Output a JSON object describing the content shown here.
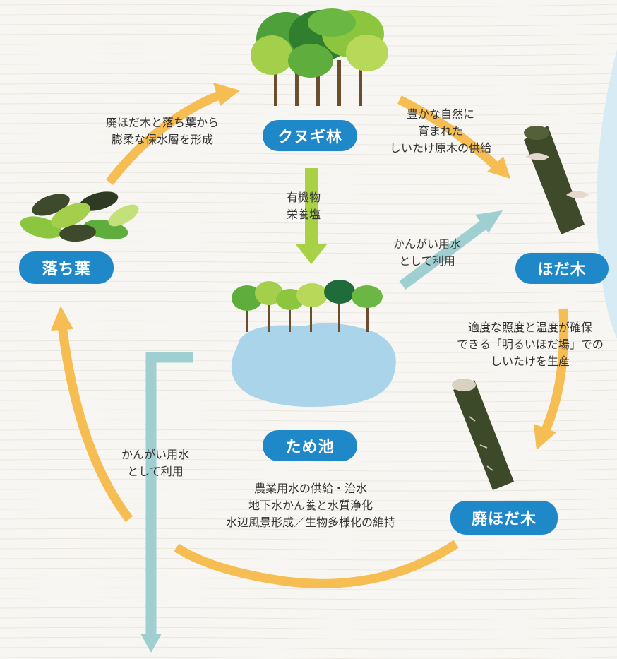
{
  "nodes": {
    "forest": "クヌギ林",
    "hodagi": "ほだ木",
    "spent_hodagi": "廃ほだ木",
    "pond": "ため池",
    "leaves": "落ち葉"
  },
  "labels": {
    "forest_to_hodagi": [
      "豊かな自然に",
      "育まれた",
      "しいたけ原木の供給"
    ],
    "hodagi_to_spent": [
      "適度な照度と温度が確保",
      "できる「明るいほだ場」での",
      "しいたけを生産"
    ],
    "leaves_to_forest": [
      "廃ほだ木と落ち葉から",
      "膨柔な保水層を形成"
    ],
    "forest_to_pond": [
      "有機物",
      "栄養塩"
    ],
    "pond_to_hodagi": [
      "かんがい用水",
      "として利用"
    ],
    "pond_outflow": [
      "かんがい用水",
      "として利用"
    ],
    "pond_functions": [
      "農業用水の供給・治水",
      "地下水かん養と水質浄化",
      "水辺風景形成／生物多様化の維持"
    ]
  },
  "colors": {
    "cycle_arrow": "#f6bd52",
    "water_arrow": "#9fcfd1",
    "nutrient_arrow": "#a9d145",
    "pill": "#1f88c9",
    "pond": "#a9d4ea"
  },
  "icons": [
    "forest-icon",
    "mushroom-log-icon",
    "spent-log-icon",
    "pond-icon",
    "fallen-leaves-icon"
  ]
}
